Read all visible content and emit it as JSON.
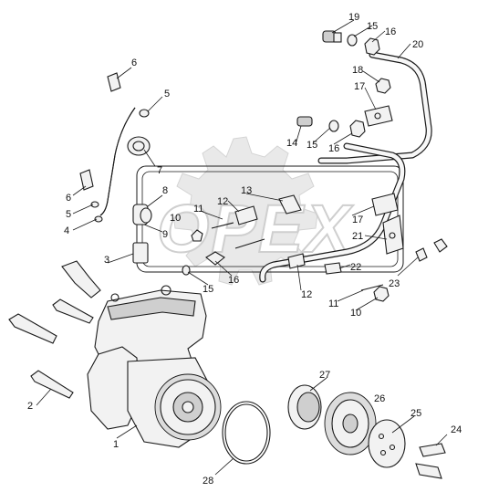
{
  "watermark": {
    "text": "OPEX"
  },
  "callouts": [
    {
      "id": "c1",
      "text": "1"
    },
    {
      "id": "c2",
      "text": "2"
    },
    {
      "id": "c3",
      "text": "3"
    },
    {
      "id": "c4",
      "text": "4"
    },
    {
      "id": "c5a",
      "text": "5"
    },
    {
      "id": "c5b",
      "text": "5"
    },
    {
      "id": "c6a",
      "text": "6"
    },
    {
      "id": "c6b",
      "text": "6"
    },
    {
      "id": "c7",
      "text": "7"
    },
    {
      "id": "c8",
      "text": "8"
    },
    {
      "id": "c9",
      "text": "9"
    },
    {
      "id": "c10a",
      "text": "10"
    },
    {
      "id": "c10b",
      "text": "10"
    },
    {
      "id": "c11a",
      "text": "11"
    },
    {
      "id": "c11b",
      "text": "11"
    },
    {
      "id": "c12a",
      "text": "12"
    },
    {
      "id": "c12b",
      "text": "12"
    },
    {
      "id": "c13",
      "text": "13"
    },
    {
      "id": "c14",
      "text": "14"
    },
    {
      "id": "c15a",
      "text": "15"
    },
    {
      "id": "c15b",
      "text": "15"
    },
    {
      "id": "c15c",
      "text": "15"
    },
    {
      "id": "c16a",
      "text": "16"
    },
    {
      "id": "c16b",
      "text": "16"
    },
    {
      "id": "c16c",
      "text": "16"
    },
    {
      "id": "c17a",
      "text": "17"
    },
    {
      "id": "c17b",
      "text": "17"
    },
    {
      "id": "c18",
      "text": "18"
    },
    {
      "id": "c19",
      "text": "19"
    },
    {
      "id": "c20",
      "text": "20"
    },
    {
      "id": "c21",
      "text": "21"
    },
    {
      "id": "c22",
      "text": "22"
    },
    {
      "id": "c23",
      "text": "23"
    },
    {
      "id": "c24",
      "text": "24"
    },
    {
      "id": "c25",
      "text": "25"
    },
    {
      "id": "c26",
      "text": "26"
    },
    {
      "id": "c27",
      "text": "27"
    },
    {
      "id": "c28",
      "text": "28"
    }
  ]
}
